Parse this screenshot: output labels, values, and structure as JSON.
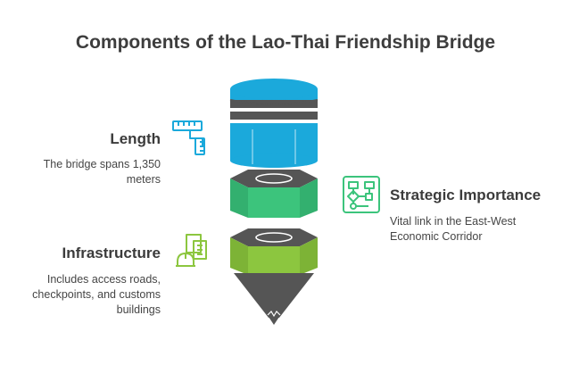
{
  "title": "Components of the Lao-Thai Friendship Bridge",
  "components": [
    {
      "heading": "Length",
      "description_lines": [
        "The bridge spans 1,350",
        "meters"
      ],
      "icon": "ruler-icon",
      "color": "#1ba9db"
    },
    {
      "heading": "Strategic Importance",
      "description_lines": [
        "Vital link in the East-West",
        "Economic Corridor"
      ],
      "icon": "flowchart-icon",
      "color": "#3cc47c"
    },
    {
      "heading": "Infrastructure",
      "description_lines": [
        "Includes access roads,",
        "checkpoints, and customs",
        "buildings"
      ],
      "icon": "construction-icon",
      "color": "#8cc63f"
    }
  ],
  "colors": {
    "cap": "#555555",
    "band_light": "#ffffff",
    "blue": "#1ba9db",
    "green": "#3cc47c",
    "lime": "#8cc63f",
    "text": "#3b3b3b"
  }
}
